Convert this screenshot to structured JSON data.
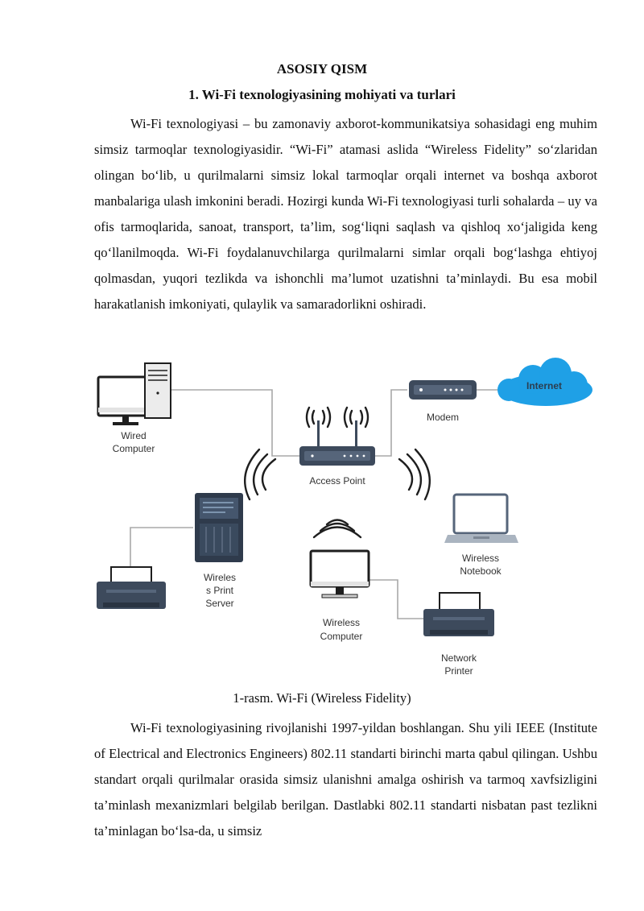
{
  "section_title": "ASOSIY QISM",
  "subsection_title": "1. Wi-Fi texnologiyasining mohiyati va turlari",
  "paragraphs": [
    "Wi-Fi texnologiyasi – bu zamonaviy axborot-kommunikatsiya sohasidagi eng muhim simsiz tarmoqlar texnologiyasidir. “Wi-Fi” atamasi aslida “Wireless Fidelity” so‘zlaridan olingan bo‘lib, u qurilmalarni simsiz lokal tarmoqlar orqali internet va boshqa axborot manbalariga ulash imkonini beradi. Hozirgi kunda Wi-Fi texnologiyasi turli sohalarda – uy va ofis tarmoqlarida, sanoat, transport, ta’lim, sog‘liqni saqlash va qishloq xo‘jaligida keng qo‘llanilmoqda. Wi-Fi foydalanuvchilarga qurilmalarni simlar orqali bog‘lashga ehtiyoj qolmasdan, yuqori tezlikda va ishonchli ma’lumot uzatishni ta’minlaydi. Bu esa mobil harakatlanish imkoniyati, qulaylik va samaradorlikni oshiradi.",
    "Wi-Fi texnologiyasining rivojlanishi 1997-yildan boshlangan. Shu yili IEEE (Institute of Electrical and Electronics Engineers) 802.11 standarti birinchi marta qabul qilingan. Ushbu standart orqali qurilmalar orasida simsiz ulanishni amalga oshirish va tarmoq xavfsizligini ta’minlash mexanizmlari belgilab berilgan. Dastlabki 802.11 standarti nisbatan past tezlikni ta’minlagan bo‘lsa-da, u simsiz"
  ],
  "diagram": {
    "wired_computer": [
      "Wired",
      "Computer"
    ],
    "modem": "Modem",
    "internet": "Internet",
    "access_point": "Access Point",
    "print_server": [
      "Wireles",
      "s Print",
      "Server"
    ],
    "wireless_computer": [
      "Wireless",
      "Computer"
    ],
    "wireless_notebook": [
      "Wireless",
      "Notebook"
    ],
    "network_printer": [
      "Network",
      "Printer"
    ]
  },
  "figure_caption": "1-rasm. Wi-Fi (Wireless Fidelity)",
  "colors": {
    "device_dark": "#3d4a5c",
    "cloud_blue": "#1fa0e6",
    "wire_gray": "#a8a8a8"
  }
}
